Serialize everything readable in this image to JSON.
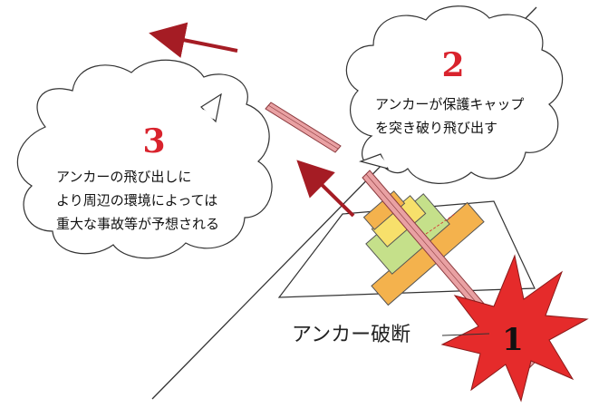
{
  "bubbles": {
    "step2": {
      "number": "2",
      "lines": [
        "アンカーが保護キャップ",
        "を突き破り飛び出す"
      ]
    },
    "step3": {
      "number": "3",
      "lines": [
        "アンカーの飛び出しに",
        "より周辺の環境によっては",
        "重大な事故等が予想される"
      ]
    }
  },
  "fracture": {
    "number": "1",
    "label": "アンカー破断"
  },
  "colors": {
    "arrow": "#a51c24",
    "rod_fill": "#e9a1a3",
    "rod_stroke": "#8b3a3e",
    "plate_orange": "#f4b24d",
    "plate_green": "#c5e08a",
    "plate_yellow": "#f7e06b",
    "burst": "#e52b2b",
    "number_red": "#d9232d",
    "number_dark": "#111111"
  }
}
